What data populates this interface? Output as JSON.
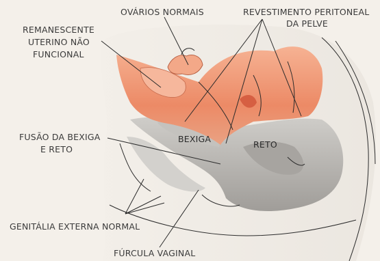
{
  "labels": {
    "ovaries": "OVÁRIOS NORMAIS",
    "peritoneal_line1": "REVESTIMENTO PERITONEAL",
    "peritoneal_line2": "DA PELVE",
    "uterine_line1": "REMANESCENTE",
    "uterine_line2": "UTERINO NÃO",
    "uterine_line3": "FUNCIONAL",
    "fusion_line1": "FUSÃO DA BEXIGA",
    "fusion_line2": "E RETO",
    "bladder": "BEXIGA",
    "rectum": "RETO",
    "external_genitalia": "GENITÁLIA EXTERNA NORMAL",
    "fourchette": "FÚRCULA VAGINAL"
  },
  "colors": {
    "background": "#f4f0ea",
    "peritoneum": "#ef9a78",
    "peritoneum_dark": "#d9684a",
    "tissue_gray": "#b9b7b3",
    "tissue_dark": "#8e8b87",
    "ink": "#2b2b2b"
  }
}
